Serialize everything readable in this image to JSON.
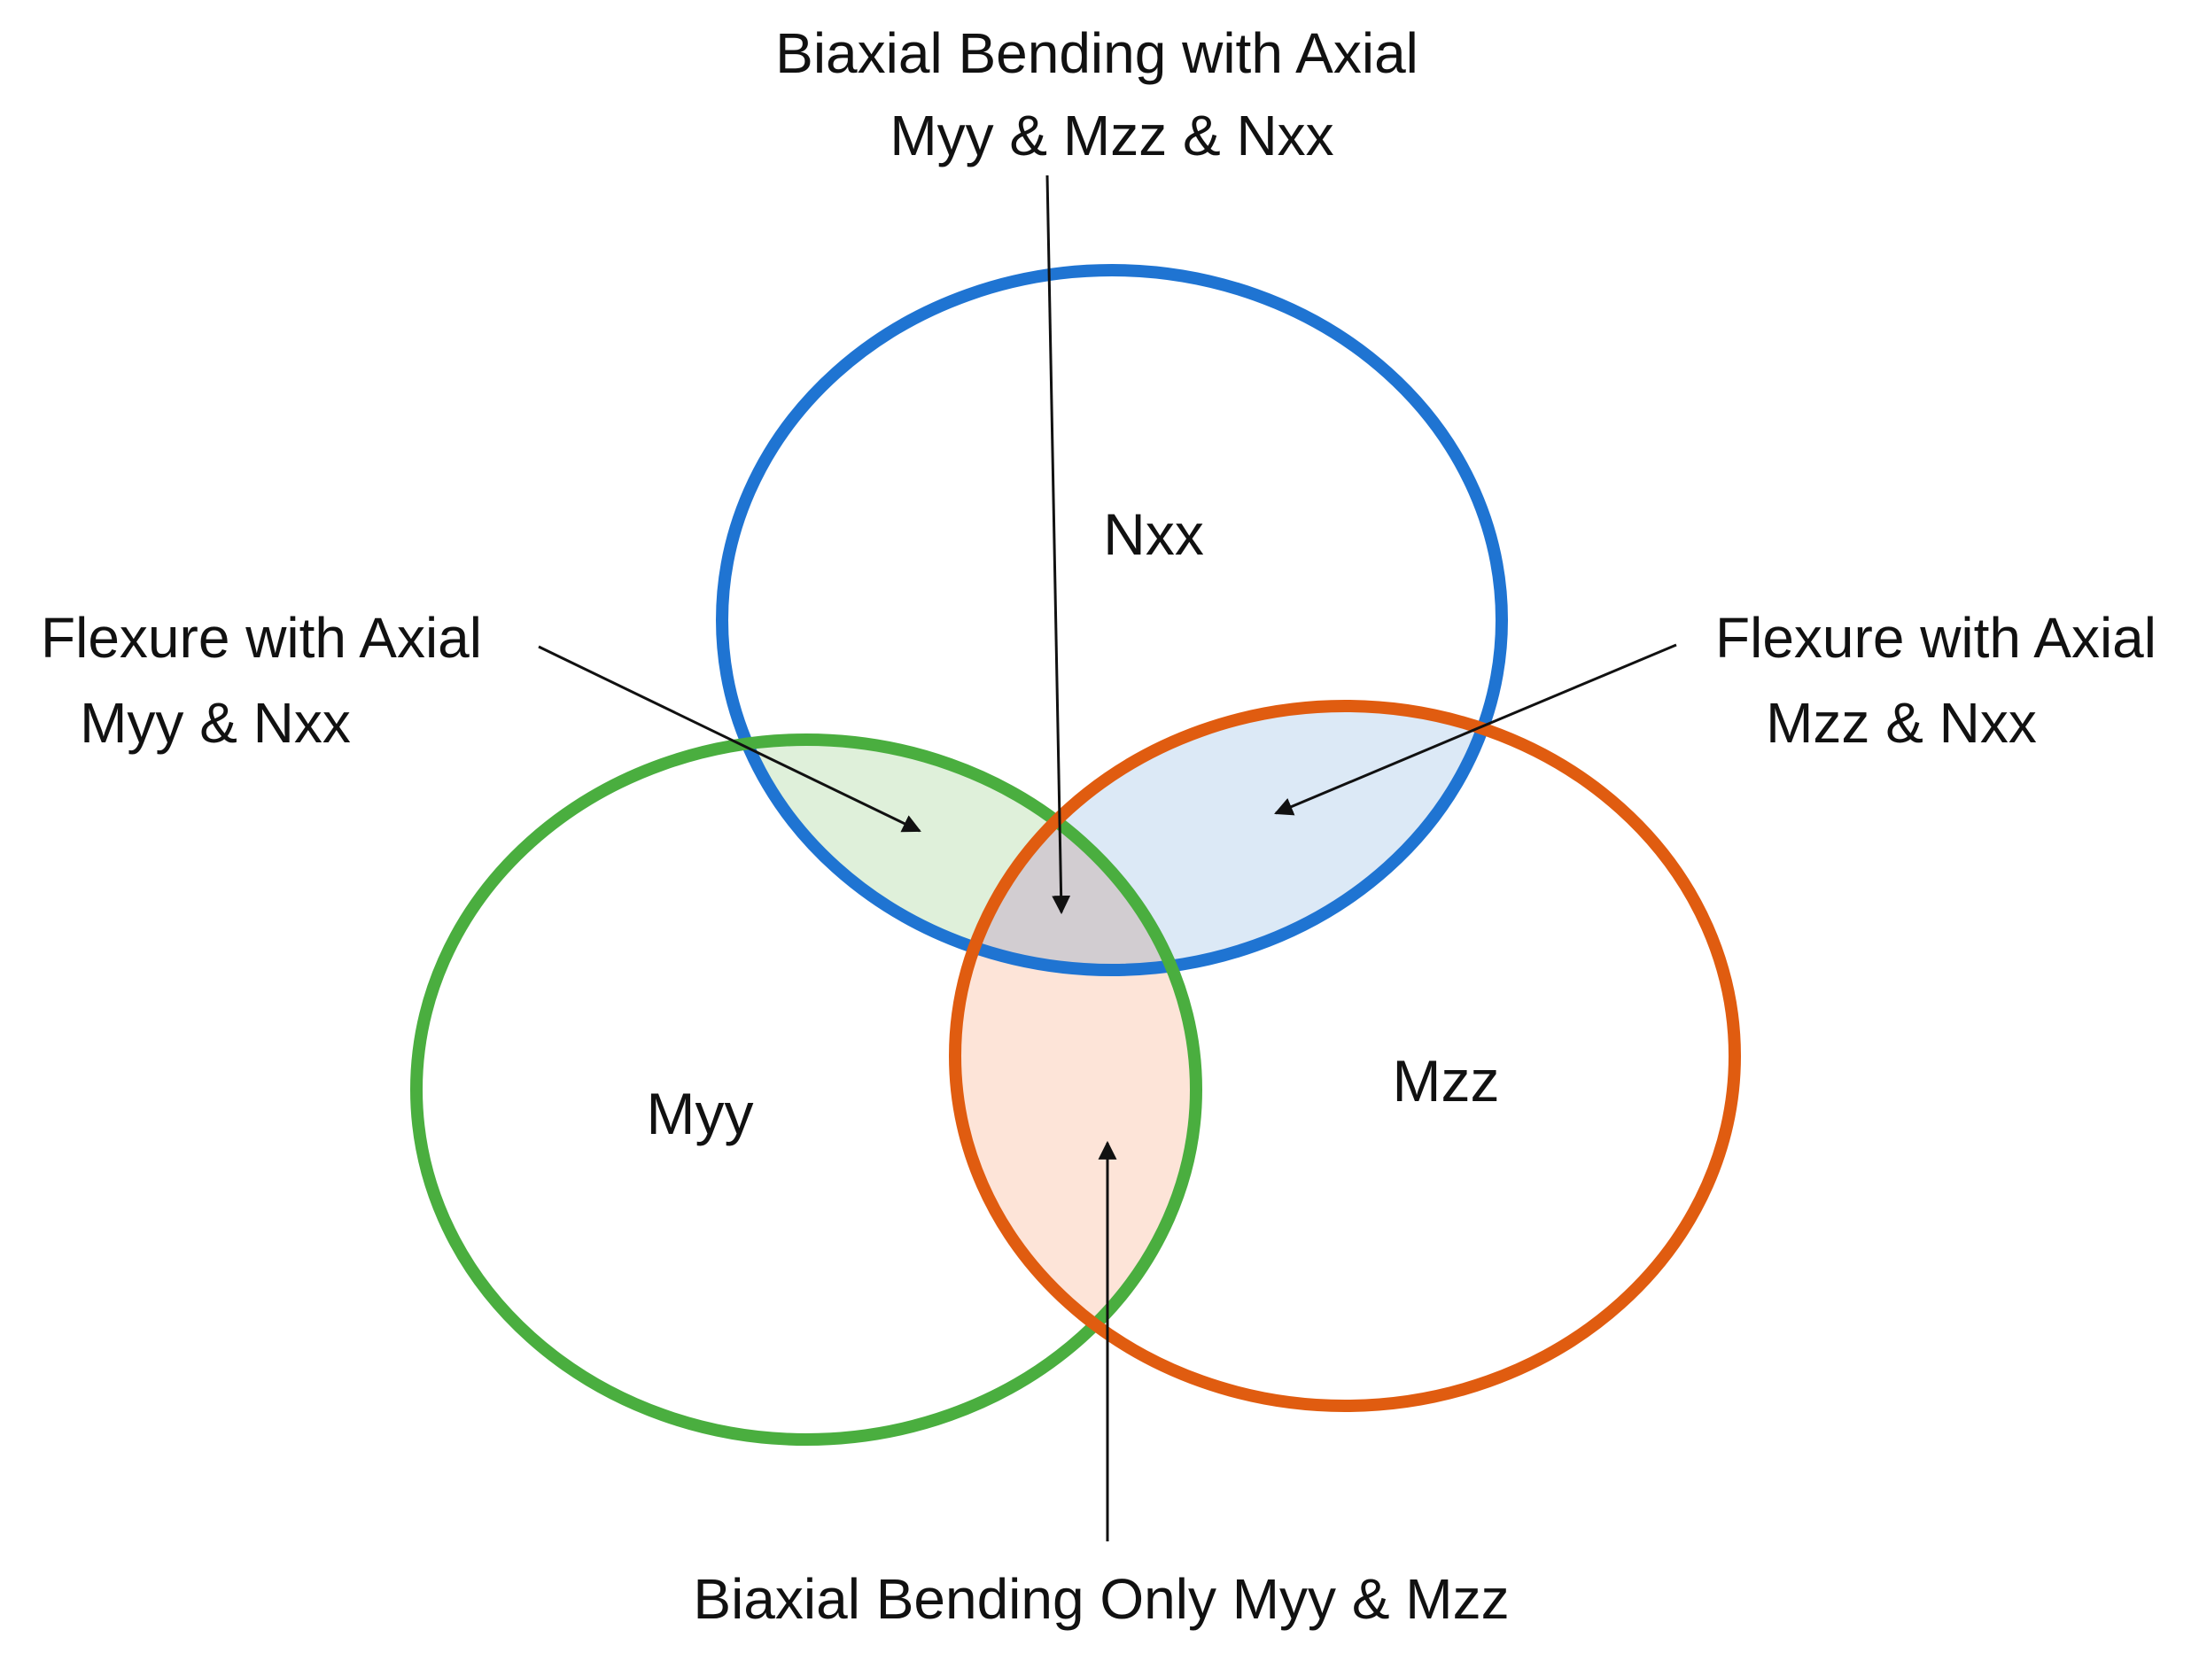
{
  "diagram": {
    "sets": {
      "nxx": {
        "label": "Nxx",
        "color": "#1f74d2"
      },
      "myy": {
        "label": "Myy",
        "color": "#4aae3f"
      },
      "mzz": {
        "label": "Mzz",
        "color": "#e05c10"
      }
    },
    "regions": {
      "myy_nxx_fill": "#dff0da",
      "mzz_nxx_fill": "#dce9f6",
      "myy_mzz_fill": "#fde4d8",
      "all_three_fill": "#d2cdd1"
    },
    "callouts": {
      "top": {
        "line1": "Biaxial Bending with Axial",
        "line2": "Myy & Mzz & Nxx"
      },
      "left": {
        "line1": "Flexure with Axial",
        "line2": "Myy & Nxx"
      },
      "right": {
        "line1": "Flexure with Axial",
        "line2": "Mzz & Nxx"
      },
      "bottom": {
        "line1": "Biaxial Bending Only Myy & Mzz"
      }
    }
  }
}
